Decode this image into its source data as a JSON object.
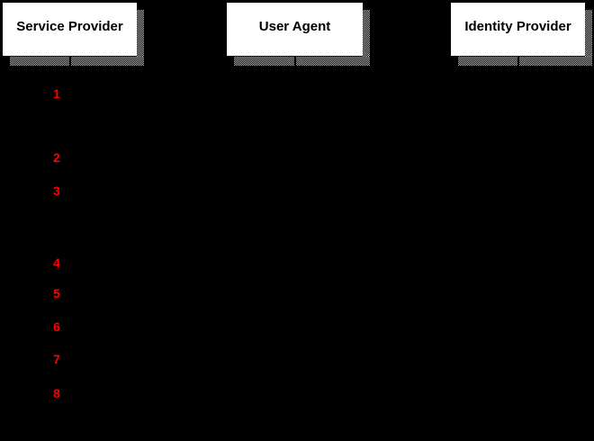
{
  "diagram": {
    "actors": [
      {
        "label": "Service Provider"
      },
      {
        "label": "User Agent"
      },
      {
        "label": "Identity Provider"
      }
    ],
    "steps": [
      "1",
      "2",
      "3",
      "4",
      "5",
      "6",
      "7",
      "8"
    ],
    "colors": {
      "background": "#000000",
      "actor_box_fill": "#ffffff",
      "actor_box_text": "#000000",
      "shadow_dither_gray": "#b3b3b3",
      "step_number_red": "#ff0000"
    }
  }
}
